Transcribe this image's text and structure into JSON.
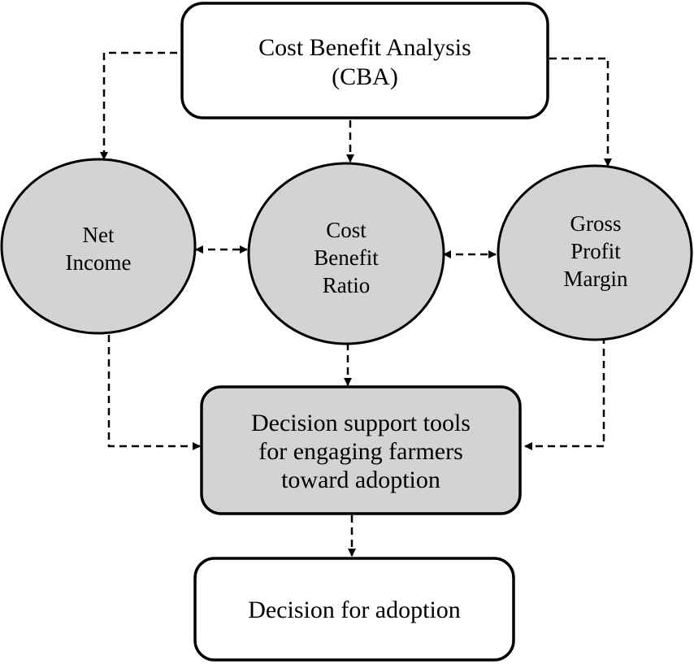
{
  "top_box": {
    "line1": "Cost Benefit Analysis",
    "line2": "(CBA)"
  },
  "nodes": {
    "net_income": {
      "line1": "Net",
      "line2": "Income"
    },
    "cost_benefit_ratio": {
      "line1": "Cost",
      "line2": "Benefit",
      "line3": "Ratio"
    },
    "gross_profit_margin": {
      "line1": "Gross",
      "line2": "Profit",
      "line3": "Margin"
    }
  },
  "support_box": {
    "line1": "Decision support tools",
    "line2": "for engaging farmers",
    "line3": "toward adoption"
  },
  "bottom_box": {
    "label": "Decision for adoption"
  },
  "colors": {
    "stroke": "#000000",
    "fill_gray": "#d4d3d3",
    "fill_white": "#ffffff"
  }
}
